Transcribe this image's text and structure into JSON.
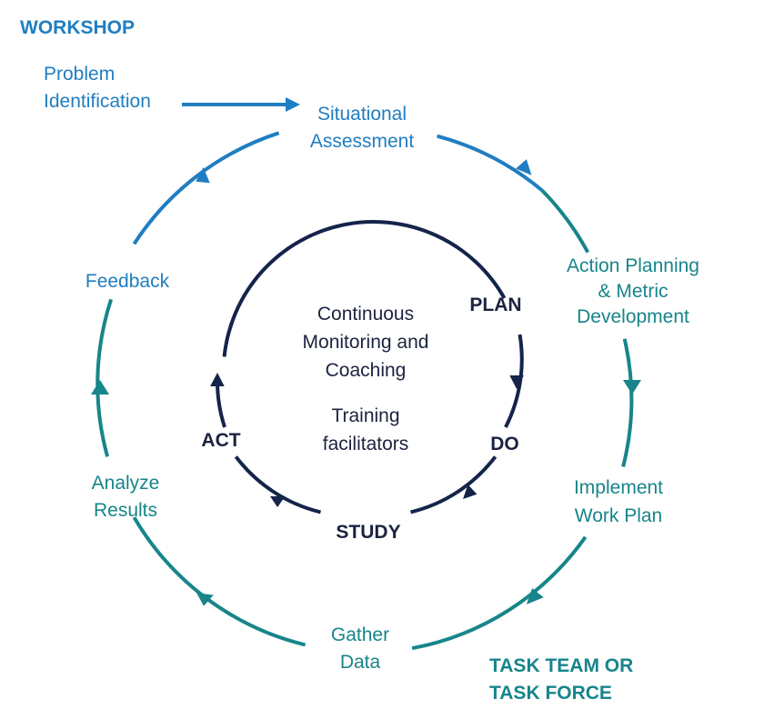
{
  "colors": {
    "blue": "#1f7ec1",
    "teal": "#17858a",
    "navy": "#14244a",
    "text_dark": "#1c2340"
  },
  "headers": {
    "workshop": "WORKSHOP",
    "task_team_line1": "TASK TEAM OR",
    "task_team_line2": "TASK FORCE"
  },
  "outer_steps": {
    "problem_identification": [
      "Problem",
      "Identification"
    ],
    "situational_assessment": [
      "Situational",
      "Assessment"
    ],
    "action_planning": [
      "Action Planning",
      "& Metric",
      "Development"
    ],
    "implement": [
      "Implement",
      "Work Plan"
    ],
    "gather_data": [
      "Gather",
      "Data"
    ],
    "analyze_results": [
      "Analyze",
      "Results"
    ],
    "feedback": [
      "Feedback"
    ]
  },
  "inner_cycle": {
    "plan": "PLAN",
    "do": "DO",
    "study": "STUDY",
    "act": "ACT"
  },
  "center_text": {
    "monitoring": [
      "Continuous",
      "Monitoring and",
      "Coaching"
    ],
    "training": [
      "Training",
      "facilitators"
    ]
  }
}
